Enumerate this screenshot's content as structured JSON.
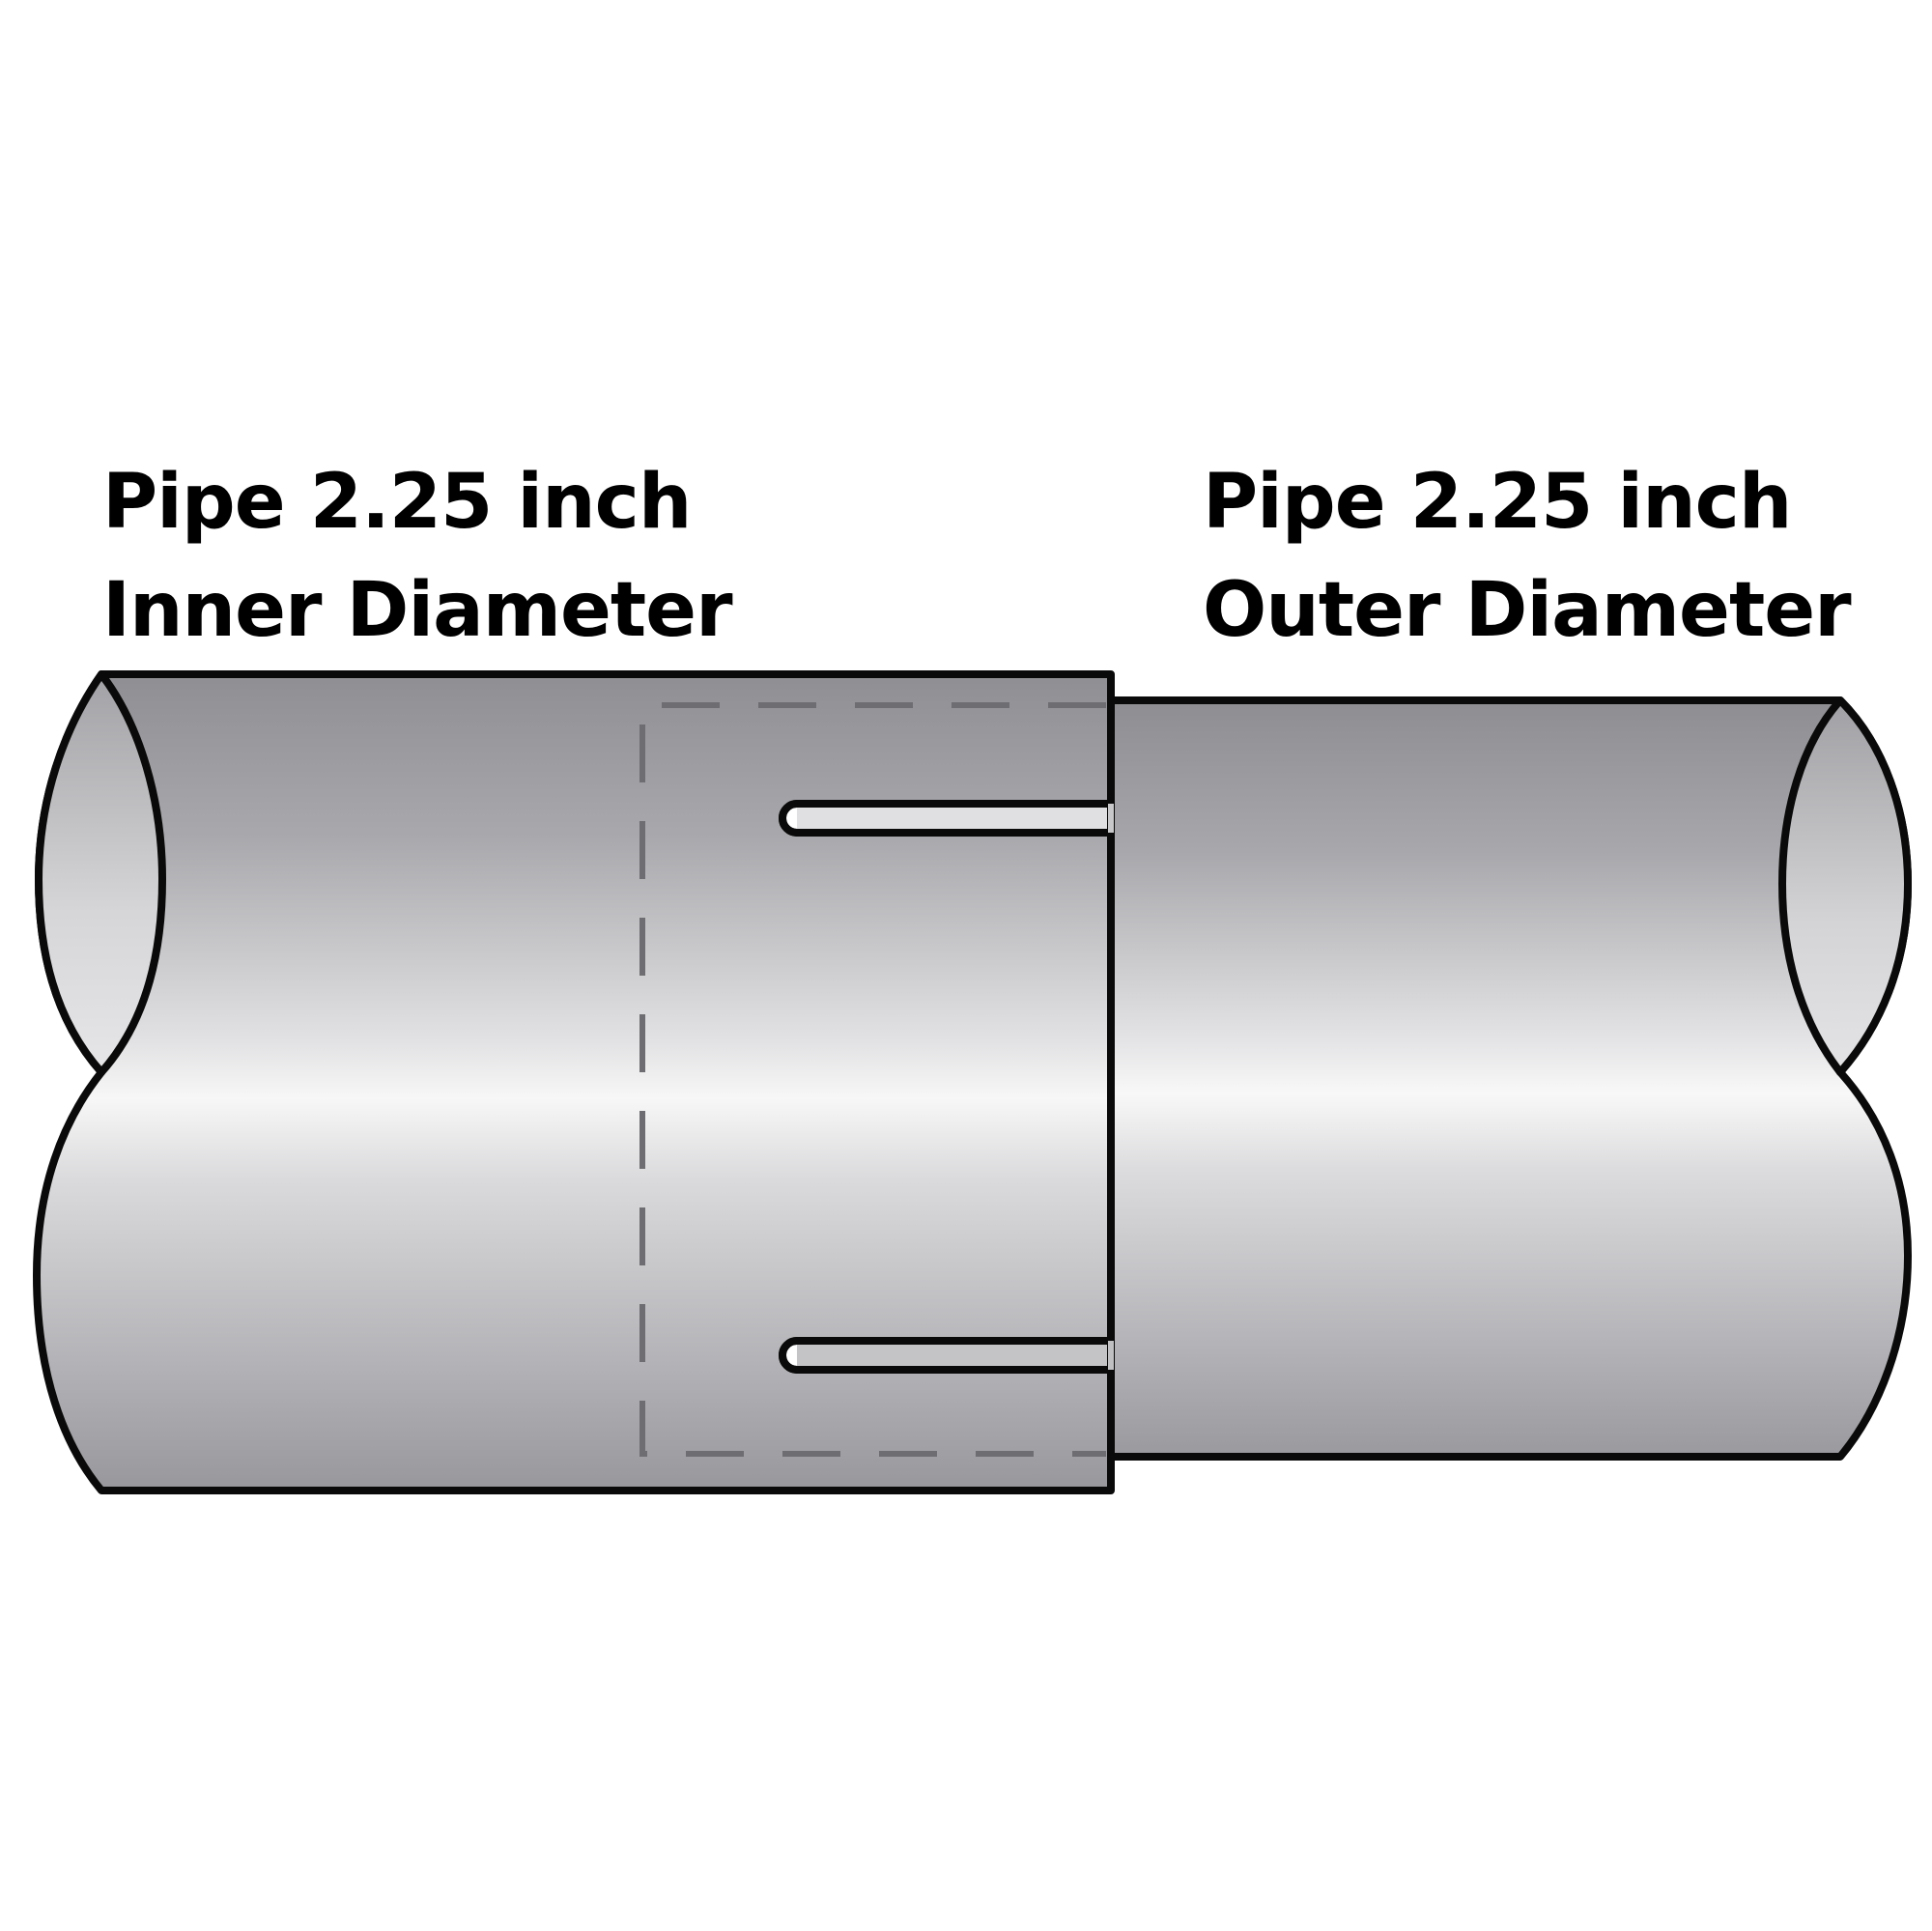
{
  "labels": {
    "left": {
      "line1": "Pipe 2.25 inch",
      "line2": "Inner Diameter"
    },
    "right": {
      "line1": "Pipe 2.25 inch",
      "line2": "Outer Diameter"
    }
  },
  "diagram": {
    "subject": "slip-fit exhaust pipe connection",
    "parts": [
      {
        "id": "left-pipe",
        "description": "Pipe with 2.25 inch inner diameter (expanded/slotted sleeve end)"
      },
      {
        "id": "right-pipe",
        "description": "Pipe with 2.25 inch outer diameter inserted into left pipe"
      },
      {
        "id": "slots",
        "description": "Two relief slots in the sleeve end"
      },
      {
        "id": "hidden-insertion-outline",
        "description": "Dashed outline showing inserted portion of right pipe"
      }
    ]
  },
  "colors": {
    "outline": "#0a0a0a",
    "dashed": "#6e6e72",
    "pipe_dark": "#8e8e92",
    "pipe_light": "#f4f4f4",
    "background": "#ffffff"
  }
}
